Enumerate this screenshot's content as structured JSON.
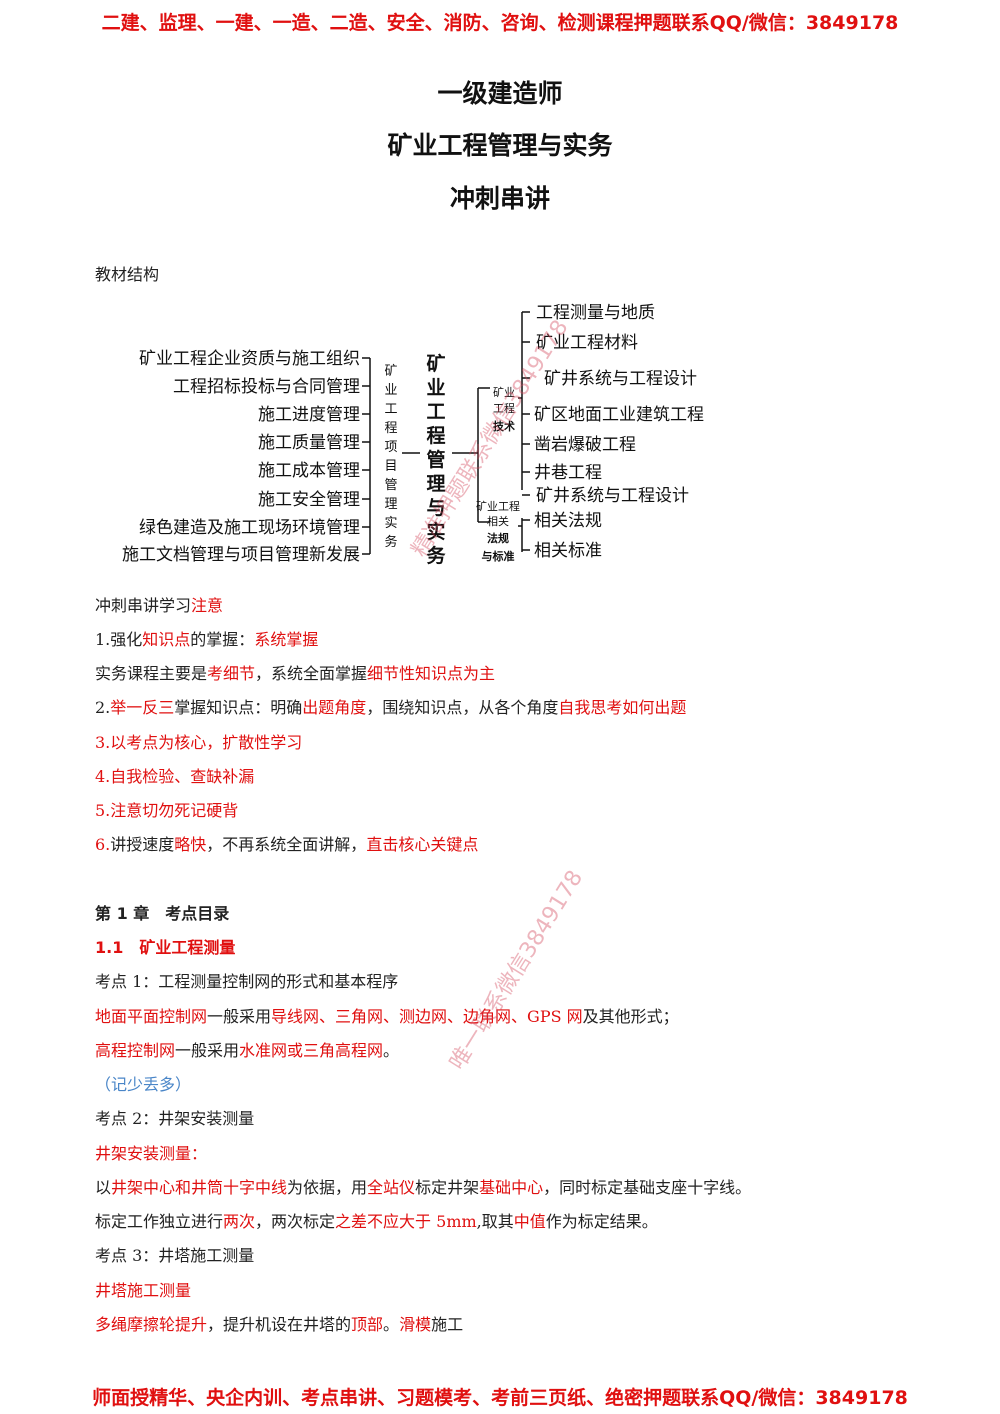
{
  "banner_top": "二建、监理、一建、一造、二造、安全、消防、咨询、检测课程押题联系QQ/微信：3849178",
  "banner_bottom": "师面授精华、央企内训、考点串讲、习题模考、考前三页纸、绝密押题联系QQ/微信：3849178",
  "title": {
    "line1": "一级建造师",
    "line2": "矿业工程管理与实务",
    "line3": "冲刺串讲"
  },
  "structure": {
    "heading": "教材结构",
    "left_items": [
      "矿业工程企业资质与施工组织",
      "工程招标投标与合同管理",
      "施工进度管理",
      "施工质量管理",
      "施工成本管理",
      "施工安全管理",
      "绿色建造及施工现场环境管理",
      "施工文档管理与项目管理新发展"
    ],
    "left_group": "矿业工程项目管理实务",
    "center": "矿业工程管理与实务",
    "right_group1": "矿业工程技术",
    "right_items1": [
      "工程测量与地质",
      "矿业工程材料",
      "矿井系统与工程设计",
      "矿区地面工业建筑工程",
      "凿岩爆破工程",
      "井巷工程",
      "矿井系统与工程设计"
    ],
    "right_group2": "矿业工程相关法规与标准",
    "right_items2": [
      "相关法规",
      "相关标准"
    ]
  },
  "notes": {
    "intro_a": "冲刺串讲学习",
    "intro_b": "注意",
    "n1_a": "1.强化",
    "n1_b": "知识点",
    "n1_c": "的掌握：",
    "n1_d": "系统掌握",
    "n1s_a": "实务课程主要是",
    "n1s_b": "考细节",
    "n1s_c": "，系统全面掌握",
    "n1s_d": "细节性知识点为主",
    "n2_a": "2.",
    "n2_b": "举一反三",
    "n2_c": "掌握知识点：明确",
    "n2_d": "出题角度",
    "n2_e": "，围绕知识点，从各个角度",
    "n2_f": "自我思考如何出题",
    "n3": "3.以考点为核心，扩散性学习",
    "n4": "4.自我检验、查缺补漏",
    "n5_a": "5.注意",
    "n5_b": "切勿死记硬背",
    "n6_a": "6.",
    "n6_b": "讲授速度",
    "n6_c": "略快",
    "n6_d": "，不再系统全面讲解，",
    "n6_e": "直击核心关键点"
  },
  "chapter": {
    "title": "第 1 章　考点目录",
    "section": "1.1　矿业工程测量",
    "k1_title": "考点 1：工程测量控制网的形式和基本程序",
    "k1a_a": "地面平面控制网",
    "k1a_b": "一般采用",
    "k1a_c": "导线网、三角网、测边网、边角网、GPS 网",
    "k1a_d": "及其他形式；",
    "k1b_a": "高程控制网",
    "k1b_b": "一般采用",
    "k1b_c": "水准网或三角高程网",
    "k1b_d": "。",
    "k1_note": "（记少丢多）",
    "k2_title": "考点 2：井架安装测量",
    "k2_head": "井架安装测量：",
    "k2a_a": "以",
    "k2a_b": "井架中心和井筒十字中线",
    "k2a_c": "为依据，用",
    "k2a_d": "全站仪",
    "k2a_e": "标定井架",
    "k2a_f": "基础中心",
    "k2a_g": "，同时标定基础支座十字线。",
    "k2b_a": "标定工作独立进行",
    "k2b_b": "两次",
    "k2b_c": "，两次标定",
    "k2b_d": "之差不应大于",
    "k2b_e": " 5mm",
    "k2b_f": ",取其",
    "k2b_g": "中值",
    "k2b_h": "作为标定结果。",
    "k3_title": "考点 3：井塔施工测量",
    "k3_head": "井塔施工测量",
    "k3a_a": "多绳摩擦轮提升",
    "k3a_b": "，提升机设在井塔的",
    "k3a_c": "顶部",
    "k3a_d": "。",
    "k3a_e": "滑模",
    "k3a_f": "施工"
  },
  "watermark": {
    "w1": "精准押题联系微信3849178",
    "w2": "唯一联系微信3849178"
  },
  "colors": {
    "accent_red": "#e01010",
    "note_blue": "#4a86c8",
    "text": "#222222"
  }
}
